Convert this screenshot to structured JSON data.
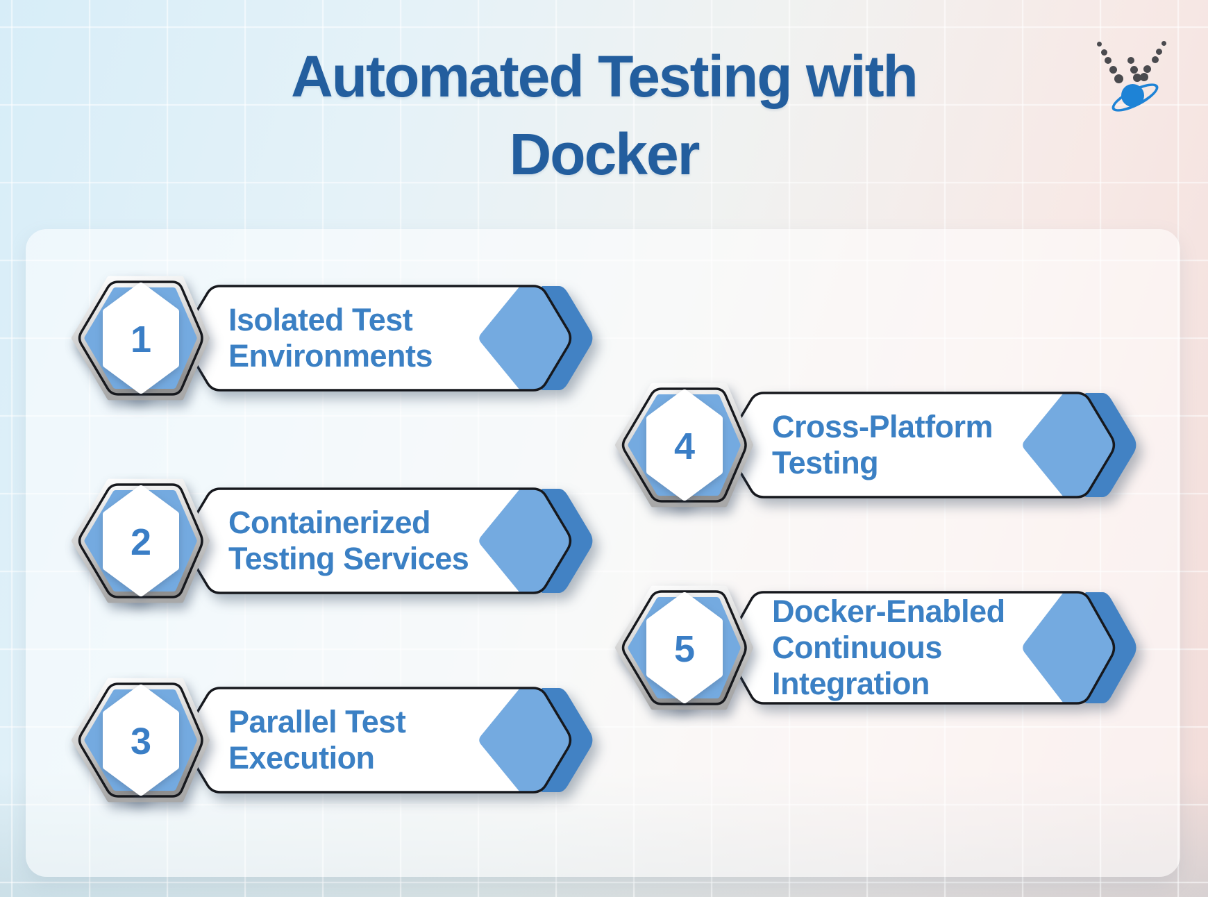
{
  "header": {
    "title": "Automated Testing with Docker"
  },
  "logo": {
    "icon": "dotted-v-planet-logo"
  },
  "steps": [
    {
      "number": "1",
      "label": "Isolated Test Environments"
    },
    {
      "number": "2",
      "label": "Containerized Testing Services"
    },
    {
      "number": "3",
      "label": "Parallel Test Execution"
    },
    {
      "number": "4",
      "label": "Cross-Platform Testing"
    },
    {
      "number": "5",
      "label": "Docker-Enabled Continuous Integration"
    }
  ],
  "colors": {
    "title": "#235e9e",
    "step_text": "#3b80c4",
    "number": "#3a7ec6",
    "hex_light": "#74aae0",
    "hex_deep": "#3e7ec2",
    "hex_banner_dark": "#4282c4",
    "outline": "#16181d",
    "planet": "#1e83d6",
    "dot": "#4a4a4e"
  }
}
